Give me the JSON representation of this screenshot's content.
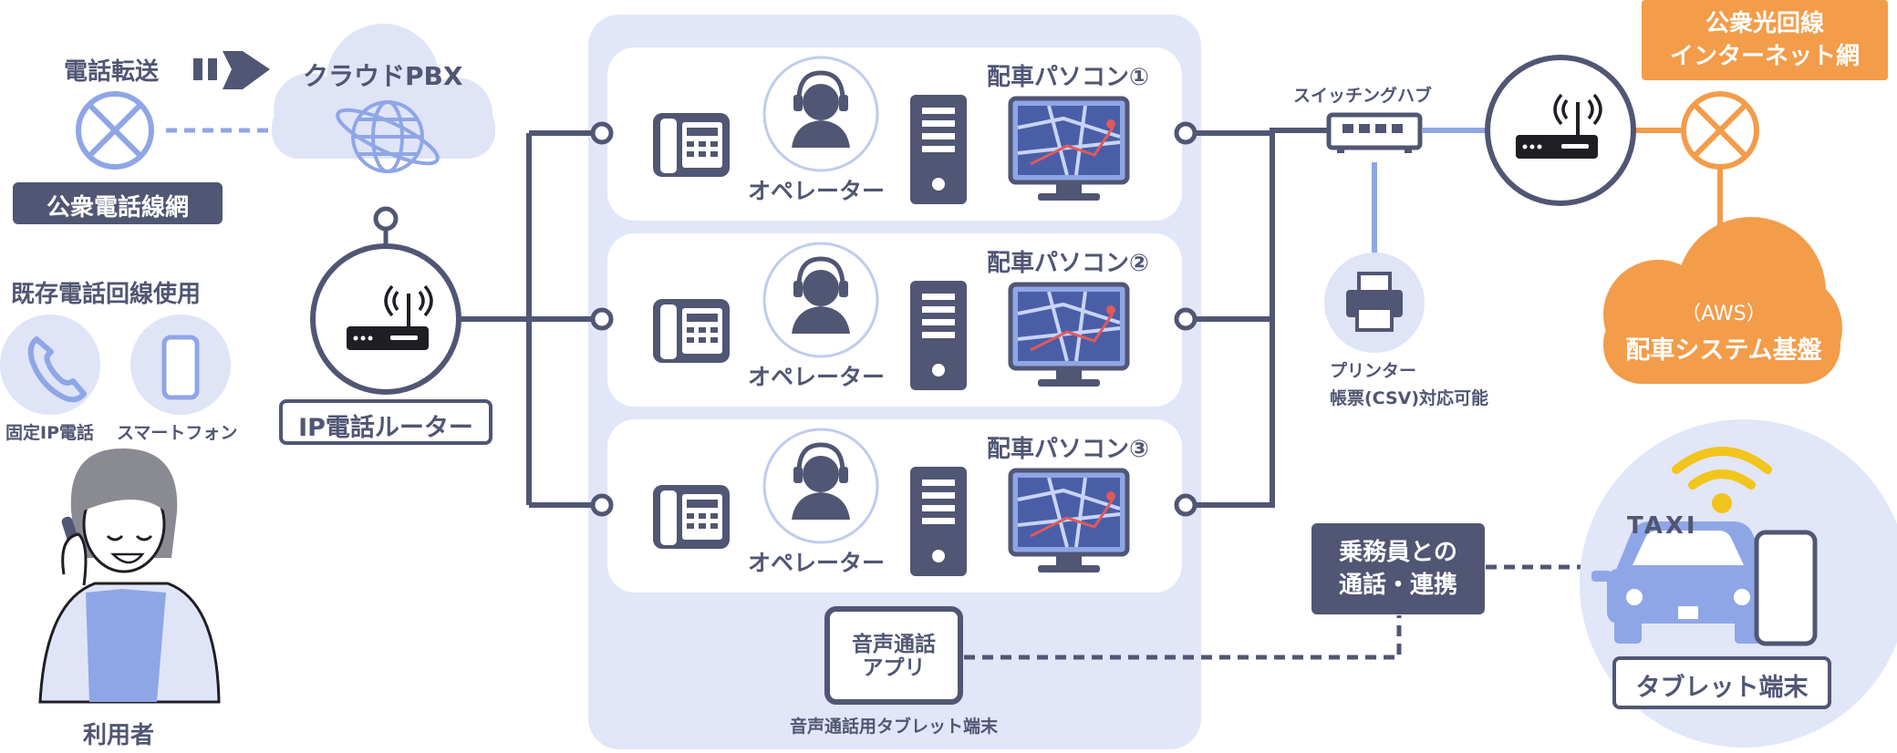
{
  "left": {
    "transfer_label": "電話転送",
    "cloud_label": "クラウドPBX",
    "pstn_label": "公衆電話線網",
    "existing_line_label": "既存電話回線使用",
    "fixed_ip_phone_label": "固定IP電話",
    "smartphone_label": "スマートフォン",
    "router_label": "IP電話ルーター",
    "user_label": "利用者"
  },
  "center": {
    "stations": [
      {
        "pc_label": "配車パソコン①",
        "operator_label": "オペレーター"
      },
      {
        "pc_label": "配車パソコン②",
        "operator_label": "オペレーター"
      },
      {
        "pc_label": "配車パソコン③",
        "operator_label": "オペレーター"
      }
    ],
    "voice_app_label": "音声通話\nアプリ",
    "tablet_caption": "音声通話用タブレット端末"
  },
  "right": {
    "switching_hub_label": "スイッチングハブ",
    "printer_label": "プリンター",
    "printer_sub_label": "帳票(CSV)対応可能",
    "public_fiber_label": "公衆光回線\nインターネット網",
    "aws_label": "（AWS）",
    "dispatch_system_label": "配車システム基盤",
    "crew_label": "乗務員との\n通話・連携",
    "taxi_label": "TAXI",
    "tablet_label": "タブレット端末"
  },
  "colors": {
    "navy": "#505673",
    "light_blue": "#dfe4f7",
    "mid_blue": "#8fa6e6",
    "orange": "#f39c4a",
    "yellow": "#f2c51c"
  }
}
